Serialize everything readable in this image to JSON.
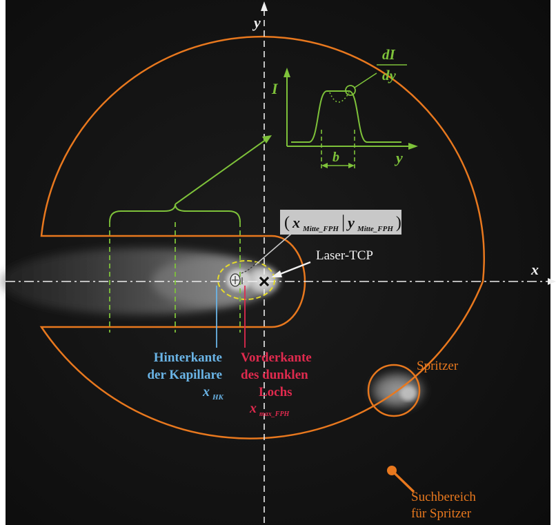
{
  "axes": {
    "x_label": "x",
    "y_label": "y"
  },
  "profile": {
    "intensity_label": "I",
    "y_label": "y",
    "width_label": "b",
    "derivative_numerator": "dI",
    "derivative_denominator": "dy"
  },
  "center_point": {
    "open": "(",
    "x_main": "x",
    "x_sub": "Mitte_FPH",
    "sep": "|",
    "y_main": "y",
    "y_sub": "Mitte_FPH",
    "close": ")"
  },
  "laser_tcp_label": "Laser-TCP",
  "rear_edge": {
    "line1": "Hinterkante",
    "line2": "der Kapillare",
    "symbol_main": "x",
    "symbol_sub": "HK"
  },
  "front_edge": {
    "line1": "Vorderkante",
    "line2": "des dunklen",
    "line3": "Lochs",
    "symbol_main": "x",
    "symbol_sub": "max_FPH"
  },
  "spatter_label": "Spritzer",
  "search_area": {
    "line1": "Suchbereich",
    "line2": "für Spritzer"
  },
  "colors": {
    "background": "#111111",
    "orange": "#e8781e",
    "green": "#7ec23a",
    "yellow": "#e6dc2a",
    "blue": "#6ab4e6",
    "red": "#e02a4e",
    "white": "#f2f2f2",
    "label_box": "#c8c8c8"
  }
}
